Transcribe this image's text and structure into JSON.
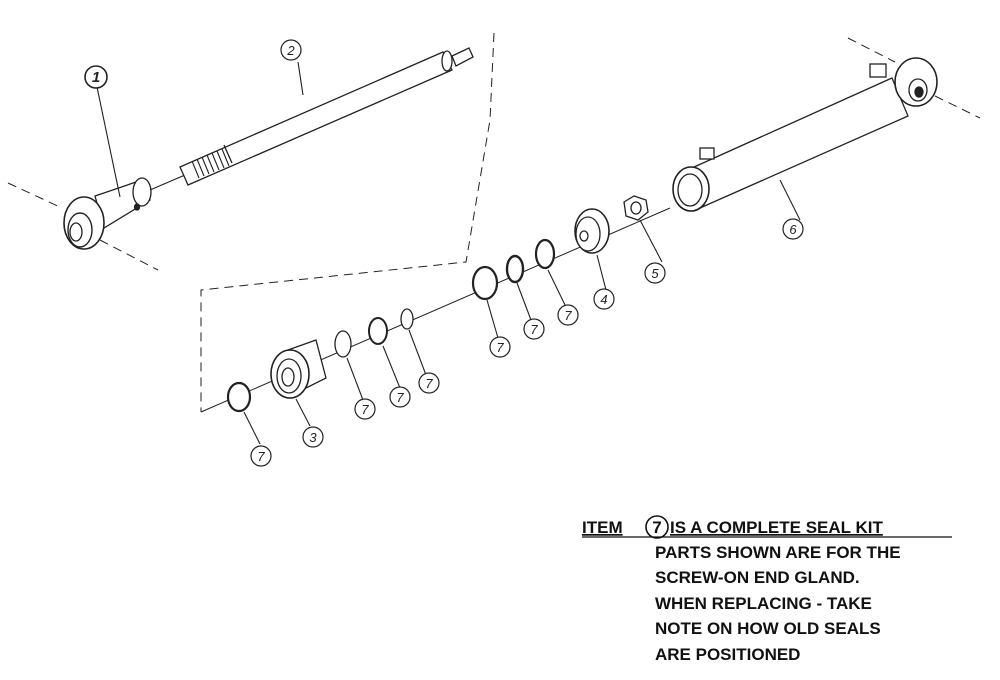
{
  "callouts": {
    "c1": "1",
    "c2": "2",
    "c3": "3",
    "c4": "4",
    "c5": "5",
    "c6": "6",
    "c7": "7"
  },
  "note": {
    "item_prefix": "ITEM",
    "item_number": "7",
    "headline_rest": "IS A COMPLETE SEAL KIT",
    "lines": [
      "PARTS SHOWN ARE FOR THE",
      "SCREW-ON END GLAND.",
      "WHEN REPLACING - TAKE",
      "NOTE ON HOW OLD SEALS",
      "ARE POSITIONED"
    ]
  }
}
